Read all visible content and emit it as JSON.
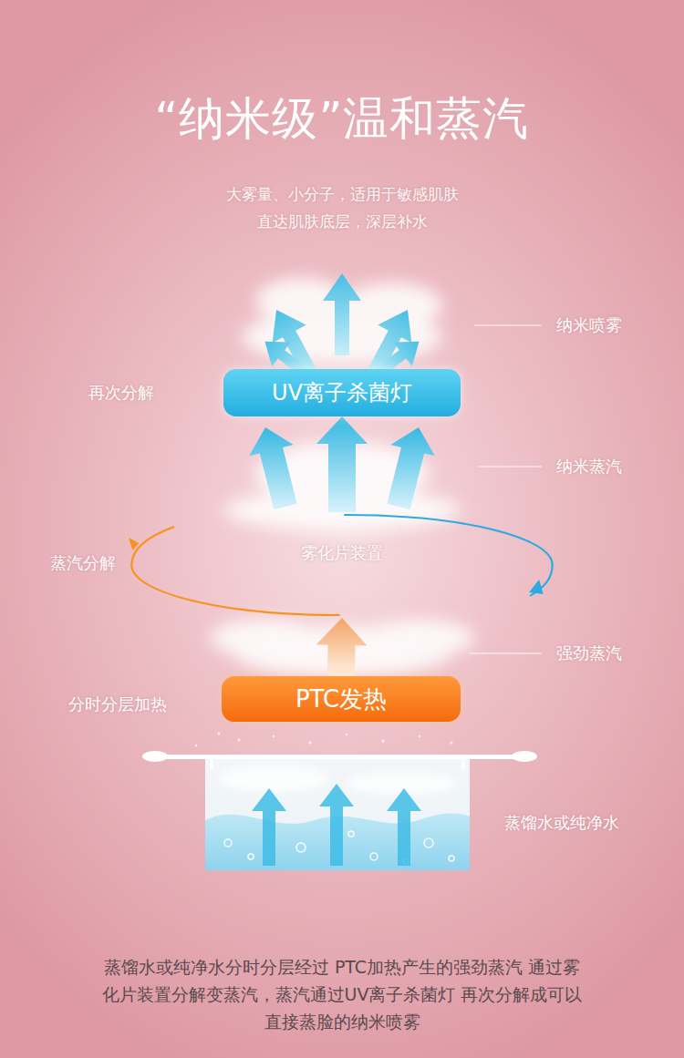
{
  "diagram": {
    "title": "“纳米级”温和蒸汽",
    "caption": "蒸馏水或纯净水分时分层经过 PTC加热产生的强劲蒸汽 通过雾化片装置分解变蒸汽，蒸汽通过UV离子杀菌灯 再次分解成可以直接蒸脸的纳米喷雾",
    "nodes": [
      {
        "text": [
          "UV离子杀菌灯"
        ]
      },
      {
        "text": [
          "雾化片装置"
        ]
      },
      {
        "text": [
          "PTC发热"
        ]
      }
    ],
    "edges": [
      {
        "from": 2,
        "to": 1,
        "arrow": "to"
      },
      {
        "from": 1,
        "to": 0,
        "arrow": "to"
      }
    ],
    "labels": [
      "大雾量、小分子，适用于敏感肌肤 直达肌肤底层，深层补水",
      "纳米喷雾",
      "再次分解",
      "纳米蒸汽",
      "蒸汽分解",
      "强劲蒸汽",
      "分时分层加热",
      "蒸馏水或纯净水"
    ]
  }
}
